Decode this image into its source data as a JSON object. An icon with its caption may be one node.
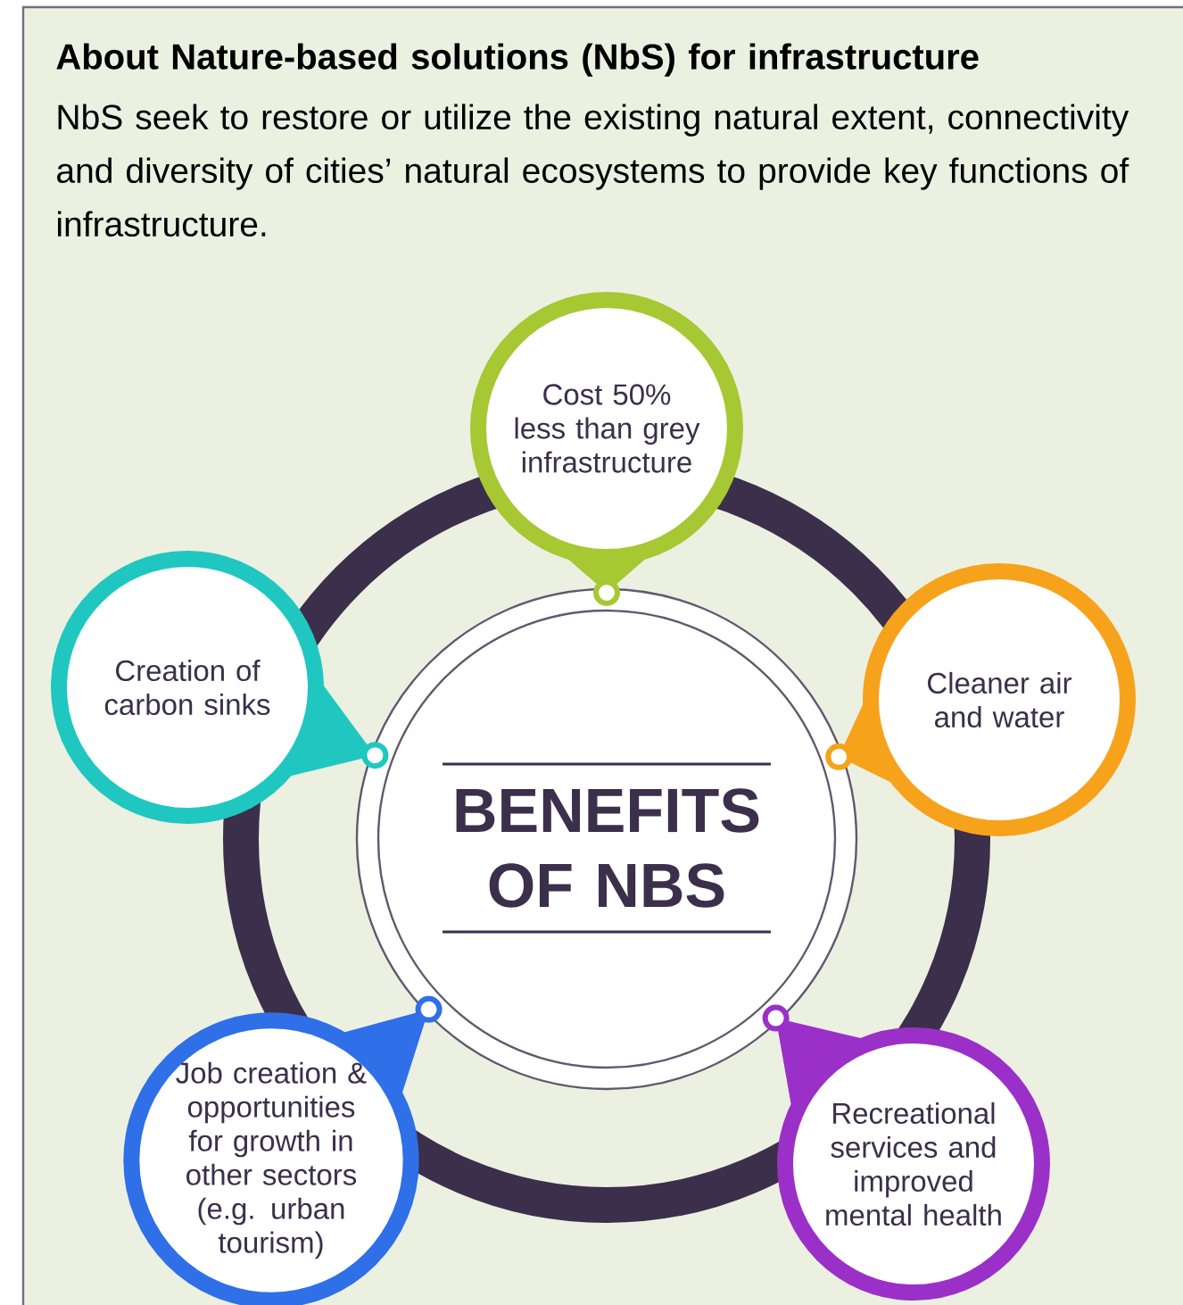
{
  "diagram": {
    "title": "About Nature-based solutions (NbS) for infrastructure",
    "nodes": [
      {
        "text": [
          "BENEFITS OF NBS"
        ]
      },
      {
        "text": [
          "Cost 50% less than grey infrastructure"
        ]
      },
      {
        "text": [
          "Cleaner air and water"
        ]
      },
      {
        "text": [
          "Recreational services and improved mental health"
        ]
      },
      {
        "text": [
          "Job creation & opportunities for growth in other sectors (e.g. urban tourism)"
        ]
      },
      {
        "text": [
          "Creation of carbon sinks"
        ]
      }
    ],
    "labels": [
      "NbS seek to restore or utilize the existing natural extent, connectivity and diversity of cities’ natural ecosystems to provide key functions of infrastructure."
    ]
  }
}
